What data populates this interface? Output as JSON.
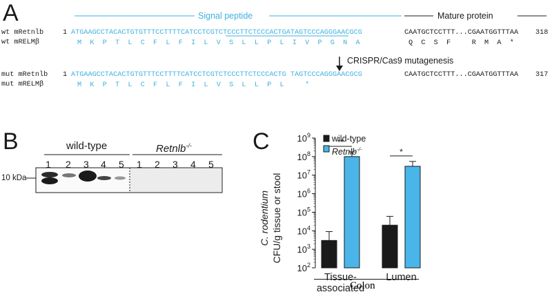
{
  "panel_a": {
    "letter": "A",
    "signal_label": "Signal peptide",
    "mature_label": "Mature protein",
    "wt_dna_label": "wt mRetnlb",
    "wt_prot_label": "wt mRELMβ",
    "wt_start": "1",
    "wt_seq_signal": "ATGAAGCCTACACTGTGTTTCCTTTTCATCCTCGTCTCCCTTCTCCCACTGATAGTCCCAGGGAACGCG",
    "wt_seq_mature": "CAATGCTCCTTT...CGAATGGTTTAA",
    "wt_end": "318",
    "wt_prot_signal": "M  K  P  T  L  C  F  L  F  I  L  V  S  L  L  P  L  I  V  P  G  N  A",
    "wt_prot_mature": "Q  C  S  F     R  M  A  *",
    "crispr_label": "CRISPR/Cas9 mutagenesis",
    "mut_dna_label": "mut mRetnlb",
    "mut_prot_label": "mut mRELMβ",
    "mut_start": "1",
    "mut_seq_signal": "ATGAAGCCTACACTGTGTTTCCTTTTCATCCTCGTCTCCCTTCTCCCACTG TAGTCCCAGGGAACGCG",
    "mut_seq_mature": "CAATGCTCCTTT...CGAATGGTTTAA",
    "mut_end": "317",
    "mut_prot_signal": "M  K  P  T  L  C  F  L  F  I  L  V  S  L  L  P  L     *"
  },
  "panel_b": {
    "letter": "B",
    "wt_label": "wild-type",
    "ko_label": "Retnlb",
    "ko_sup": "-/-",
    "lanes": [
      "1",
      "2",
      "3",
      "4",
      "5",
      "1",
      "2",
      "3",
      "4",
      "5"
    ],
    "marker": "10 kDa"
  },
  "panel_c": {
    "letter": "C",
    "legend_wt": "wild-type",
    "legend_ko": "Retnlb",
    "legend_ko_sup": "-/-",
    "ylabel_line1": "C. rodentium",
    "ylabel_line2": "CFU/g tissue or stool",
    "group_label": "Colon",
    "sig_tissue": "**",
    "sig_lumen": "*",
    "colors": {
      "wt": "#1a1a1a",
      "ko": "#4ab5e8"
    }
  },
  "chart_data": {
    "type": "bar",
    "categories": [
      "Tissue-\nassociated",
      "Lumen"
    ],
    "yscale": "log",
    "ylim": [
      100,
      1000000000
    ],
    "yticks": [
      2,
      3,
      4,
      5,
      6,
      7,
      8,
      9
    ],
    "series": [
      {
        "name": "wild-type",
        "values": [
          3000,
          20000
        ],
        "error_upper": [
          9000,
          60000
        ]
      },
      {
        "name": "Retnlb-/-",
        "values": [
          100000000,
          30000000
        ],
        "error_upper": [
          180000000,
          55000000
        ]
      }
    ]
  }
}
